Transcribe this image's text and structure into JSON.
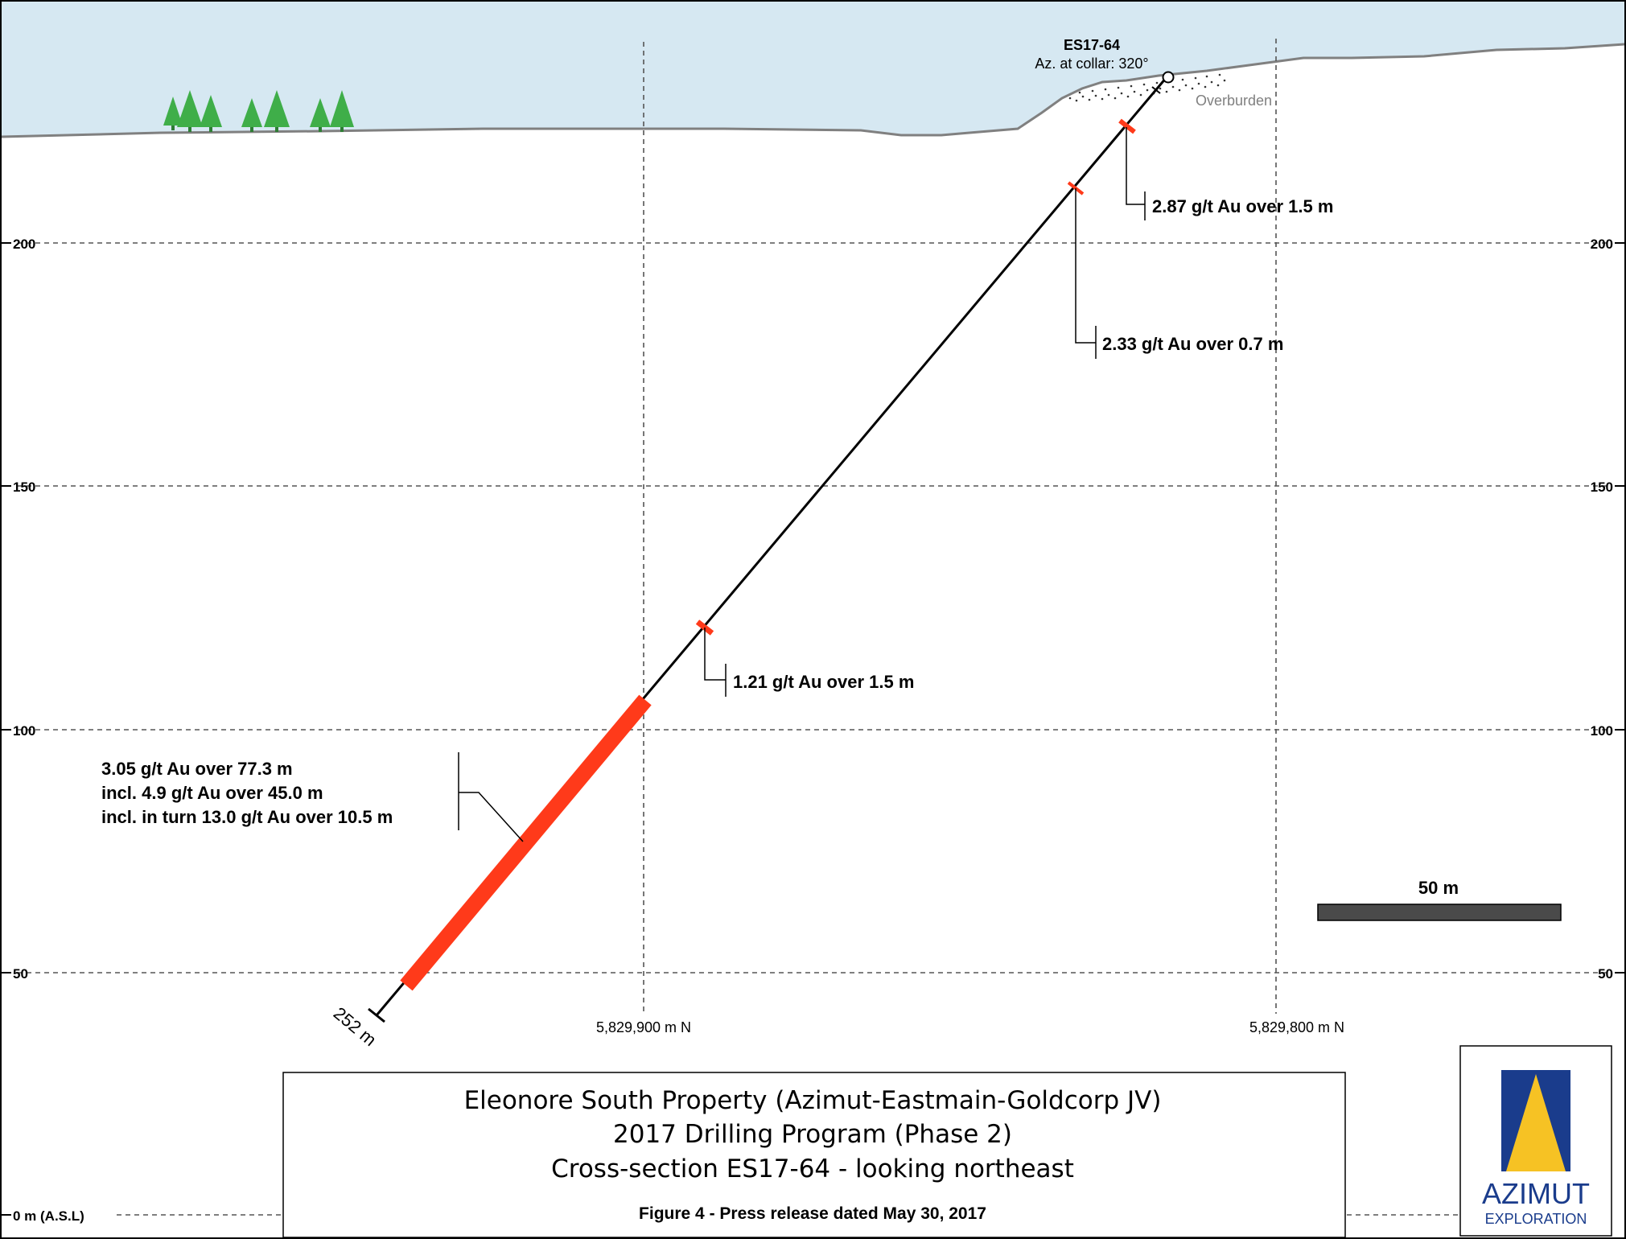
{
  "hole": {
    "name": "ES17-64",
    "azimuth": "Az. at collar: 320°",
    "overburden_label": "Overburden",
    "end_depth": "252 m"
  },
  "elevation_axis": {
    "labels_left": [
      "200",
      "150",
      "100",
      "50",
      "0 m (A.S.L)"
    ],
    "labels_right": [
      "200",
      "150",
      "100",
      "50"
    ]
  },
  "northing_axis": {
    "labels": [
      "5,829,900 m N",
      "5,829,800 m N"
    ]
  },
  "intercepts": {
    "i1": "2.87 g/t Au over 1.5 m",
    "i2": "2.33 g/t Au over 0.7 m",
    "i3": "1.21 g/t Au over 1.5 m",
    "main": [
      "3.05 g/t Au over 77.3 m",
      "incl. 4.9 g/t Au over 45.0 m",
      "incl. in turn 13.0 g/t Au over 10.5 m"
    ]
  },
  "scale_bar": {
    "label": "50 m"
  },
  "title_box": {
    "line1": "Eleonore South Property (Azimut-Eastmain-Goldcorp JV)",
    "line2": "2017 Drilling Program (Phase 2)",
    "line3": "Cross-section ES17-64 - looking northeast",
    "caption": "Figure 4 - Press release dated May 30, 2017"
  },
  "logo": {
    "name": "AZIMUT",
    "sub": "EXPLORATION"
  },
  "colors": {
    "sky": "#d6e8f2",
    "ground_line": "#808080",
    "intercept": "#ff3a1a",
    "trees": "#3fae49",
    "logo_blue": "#1a3c8c",
    "logo_gold": "#f6c224",
    "scale_bar": "#4a4a4a"
  }
}
